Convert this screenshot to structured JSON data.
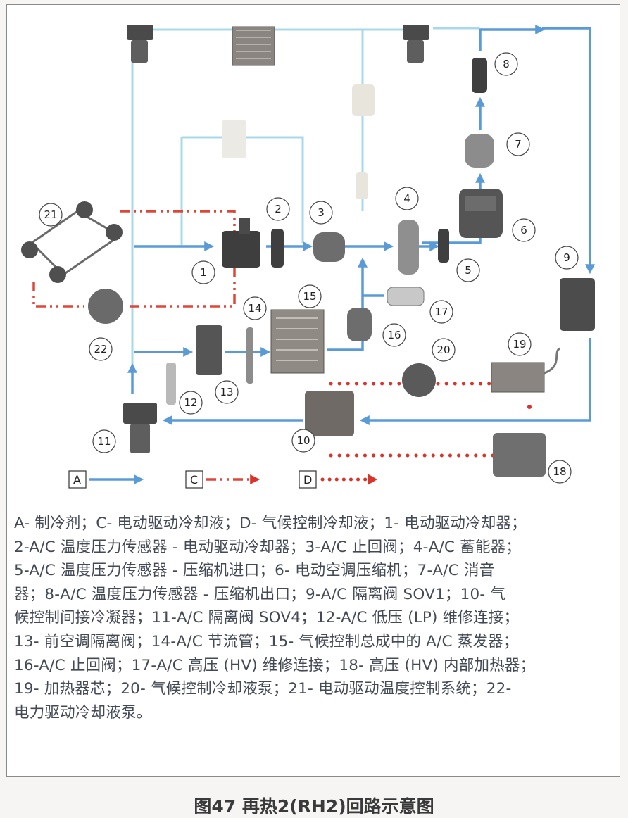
{
  "legend": {
    "a": "A",
    "c": "C",
    "d": "D"
  },
  "labels": [
    "1",
    "2",
    "3",
    "4",
    "5",
    "6",
    "7",
    "8",
    "9",
    "10",
    "11",
    "12",
    "13",
    "14",
    "15",
    "16",
    "17",
    "18",
    "19",
    "20",
    "21",
    "22"
  ],
  "caption": [
    "A- 制冷剂；C- 电动驱动冷却液；D- 气候控制冷却液；1- 电动驱动冷却器；",
    "2-A/C 温度压力传感器 - 电动驱动冷却器；3-A/C 止回阀；4-A/C 蓄能器；",
    "5-A/C 温度压力传感器 - 压缩机进口；6- 电动空调压缩机；7-A/C 消音",
    "器；8-A/C 温度压力传感器 - 压缩机出口；9-A/C 隔离阀 SOV1；10- 气",
    "候控制间接冷凝器；11-A/C 隔离阀 SOV4；12-A/C 低压 (LP) 维修连接；",
    "13- 前空调隔离阀；14-A/C 节流管；15- 气候控制总成中的 A/C 蒸发器；",
    "16-A/C 止回阀；17-A/C 高压 (HV) 维修连接；18- 高压 (HV) 内部加热器；",
    "19- 加热器芯；20- 气候控制冷却液泵；21- 电动驱动温度控制系统；22-",
    "电力驱动冷却液泵。"
  ],
  "figure_title": "图47 再热2(RH2)回路示意图",
  "colors": {
    "refrigerant": "#5b9bd5",
    "inactive": "#a9d8ea",
    "ed_coolant": "#e0453a",
    "climate_coolant": "#d9342b"
  }
}
